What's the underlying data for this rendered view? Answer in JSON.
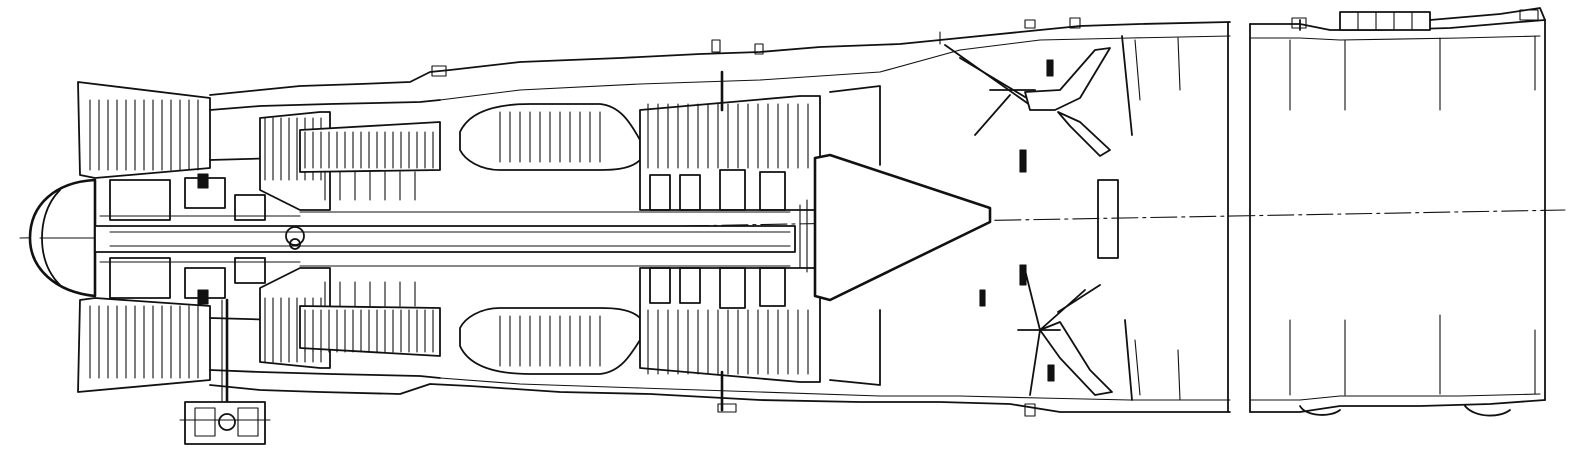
{
  "drawing": {
    "kind": "turbofan engine longitudinal cross-section line drawing",
    "style": "black ink on white background",
    "colors": {
      "ink": "#111111",
      "background": "#ffffff"
    },
    "parts": [
      "intake-cone",
      "fan-stage",
      "fan-bypass-duct",
      "low-pressure-compressor",
      "high-pressure-compressor",
      "combustion-chamber",
      "turbine-stages",
      "exhaust-cone",
      "main-shaft",
      "accessory-gearbox",
      "afterburner-flameholders",
      "afterburner-duct",
      "nozzle-section",
      "engine-centerline"
    ]
  }
}
